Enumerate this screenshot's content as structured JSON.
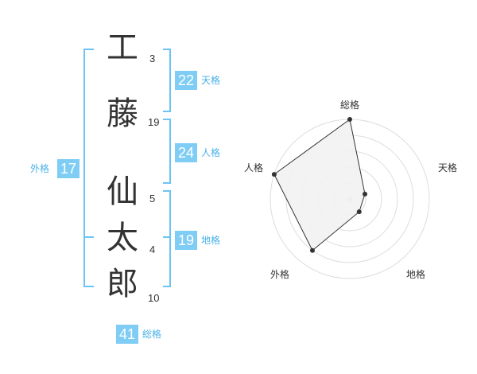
{
  "name": {
    "chars": [
      "工",
      "藤",
      "仙",
      "太",
      "郎"
    ],
    "strokes": [
      "3",
      "19",
      "5",
      "4",
      "10"
    ]
  },
  "fortune": {
    "tenkaku": {
      "value": "22",
      "label": "天格"
    },
    "jinkaku": {
      "value": "24",
      "label": "人格"
    },
    "chikaku": {
      "value": "19",
      "label": "地格"
    },
    "gaikaku": {
      "value": "17",
      "label": "外格"
    },
    "soukaku": {
      "value": "41",
      "label": "総格"
    }
  },
  "radar": {
    "axes": [
      "総格",
      "天格",
      "地格",
      "外格",
      "人格"
    ],
    "values": [
      5,
      1,
      1,
      4,
      5
    ],
    "max": 5,
    "line_color": "#333333",
    "fill_color": "#f2f2f2",
    "ring_color": "#dddddd"
  },
  "colors": {
    "accent": "#7fcdf5",
    "bracket": "#6cc4f2"
  }
}
